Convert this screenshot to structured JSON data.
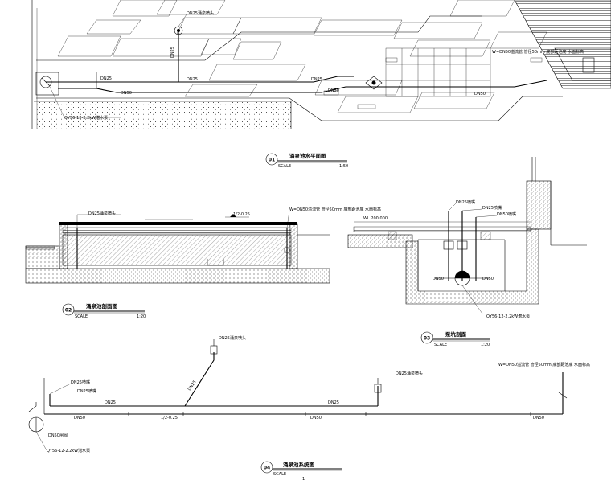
{
  "views": {
    "plan": {
      "number": "01",
      "title": "涌泉池水平面图",
      "scale_label": "SCALE",
      "scale_value": "1:50",
      "labels": {
        "dn25_top": "DN25涌泉喷头",
        "dn25_vertical": "DN25",
        "dn25_left": "DN25",
        "dn25_mid": "DN25",
        "dn25_right": "DN25",
        "dn50_a": "DN50",
        "dn50_b": "DN50",
        "dn50_c": "DN50",
        "note_right": "W=DN50溢流管 管径50mm 底部距池底 水面标高",
        "pump_note": "QY56-12-2.2kW潜水泵"
      }
    },
    "section": {
      "number": "02",
      "title": "涌泉池剖面图",
      "scale_label": "SCALE",
      "scale_value": "1:20",
      "labels": {
        "dn25": "DN25涌泉喷头",
        "overflow": "W=DN50溢流管 管径50mm 底部距池底 水面标高",
        "lvl_1": "1/2-0.25"
      }
    },
    "pump_pit": {
      "number": "03",
      "title": "泵坑剖面",
      "scale_label": "SCALE",
      "scale_value": "1:20",
      "labels": {
        "dn25_a": "DN25喷嘴",
        "dn25_b": "DN25喷嘴",
        "dn50": "DN50喷嘴",
        "lvl": "WL 200.000",
        "pump": "QY56-12-2.2kW潜水泵",
        "dn50_left": "DN50",
        "dn50_right": "DN50"
      }
    },
    "system": {
      "number": "04",
      "title": "涌泉池系统图",
      "scale_label": "SCALE",
      "scale_value": "1",
      "labels": {
        "dn25_top": "DN25涌泉喷头",
        "dn25_right": "DN25涌泉喷头",
        "dn25_a": "DN25喷嘴",
        "dn25_b": "DN25喷嘴",
        "dn25_c": "DN25",
        "dn25_d": "DN25",
        "dn25_e": "DN25",
        "dn50_a": "DN50",
        "dn50_b": "DN50",
        "dn50_c": "DN50",
        "dn50_valve": "DN50闸阀",
        "pump": "QY56-12-2.2kW潜水泵",
        "overflow": "W=DN50溢流管 管径50mm 底部距池底 水面标高",
        "lvl": "1/2-0.25"
      }
    }
  }
}
